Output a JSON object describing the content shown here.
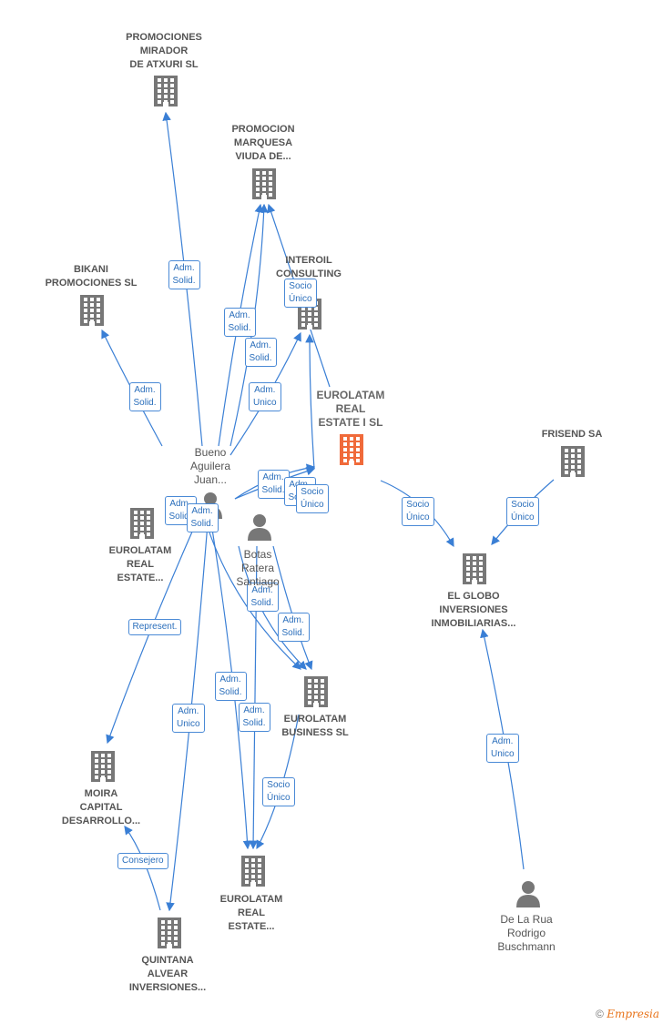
{
  "nodes": [
    {
      "id": "mirador",
      "type": "company",
      "label": "PROMOCIONES\nMIRADOR\nDE ATXURI SL"
    },
    {
      "id": "marquesa",
      "type": "company",
      "label": "PROMOCION\nMARQUESA\nVIUDA DE..."
    },
    {
      "id": "bikani",
      "type": "company",
      "label": "BIKANI\nPROMOCIONES SL"
    },
    {
      "id": "interoil",
      "type": "company",
      "label": "INTEROIL\nCONSULTING"
    },
    {
      "id": "eurolatam_main",
      "type": "company_main",
      "label": "EUROLATAM\nREAL\nESTATE I  SL"
    },
    {
      "id": "frisend",
      "type": "company",
      "label": "FRISEND SA"
    },
    {
      "id": "bueno",
      "type": "person",
      "label": "Bueno\nAguilera\nJuan..."
    },
    {
      "id": "botas",
      "type": "person",
      "label": "Botas\nRatera\nSantiago"
    },
    {
      "id": "eurolatam_left",
      "type": "company",
      "label": "EUROLATAM\nREAL\nESTATE..."
    },
    {
      "id": "elglobo",
      "type": "company",
      "label": "EL GLOBO\nINVERSIONES\nINMOBILIARIAS..."
    },
    {
      "id": "eurolatam_business",
      "type": "company",
      "label": "EUROLATAM\nBUSINESS  SL"
    },
    {
      "id": "moira",
      "type": "company",
      "label": "MOIRA\nCAPITAL\nDESARROLLO..."
    },
    {
      "id": "eurolatam_bottom",
      "type": "company",
      "label": "EUROLATAM\nREAL\nESTATE..."
    },
    {
      "id": "quintana",
      "type": "company",
      "label": "QUINTANA\nALVEAR\nINVERSIONES..."
    },
    {
      "id": "delarua",
      "type": "person",
      "label": "De La Rua\nRodrigo\nBuschmann"
    }
  ],
  "edges": [
    {
      "label": "Adm.\nSolid."
    },
    {
      "label": "Adm.\nSolid."
    },
    {
      "label": "Adm.\nSolid."
    },
    {
      "label": "Adm.\nSolid."
    },
    {
      "label": "Adm.\nUnico"
    },
    {
      "label": "Socio\nÚnico"
    },
    {
      "label": "Adm.\nSolid."
    },
    {
      "label": "Adm.\nSolid."
    },
    {
      "label": "Socio\nÚnico"
    },
    {
      "label": "Adm.\nSolid."
    },
    {
      "label": "Adm.\nSolid."
    },
    {
      "label": "Socio\nÚnico"
    },
    {
      "label": "Socio\nÚnico"
    },
    {
      "label": "Adm.\nSolid."
    },
    {
      "label": "Adm.\nSolid."
    },
    {
      "label": "Represent."
    },
    {
      "label": "Adm.\nSolid."
    },
    {
      "label": "Adm.\nUnico"
    },
    {
      "label": "Adm.\nSolid."
    },
    {
      "label": "Socio\nÚnico"
    },
    {
      "label": "Adm.\nUnico"
    },
    {
      "label": "Consejero"
    }
  ],
  "colors": {
    "edge": "#3a7fd5",
    "company_icon": "#777777",
    "main_icon": "#f06a3a",
    "person_icon": "#777777"
  },
  "footer": {
    "copyright": "©",
    "brand": "Empresia"
  }
}
